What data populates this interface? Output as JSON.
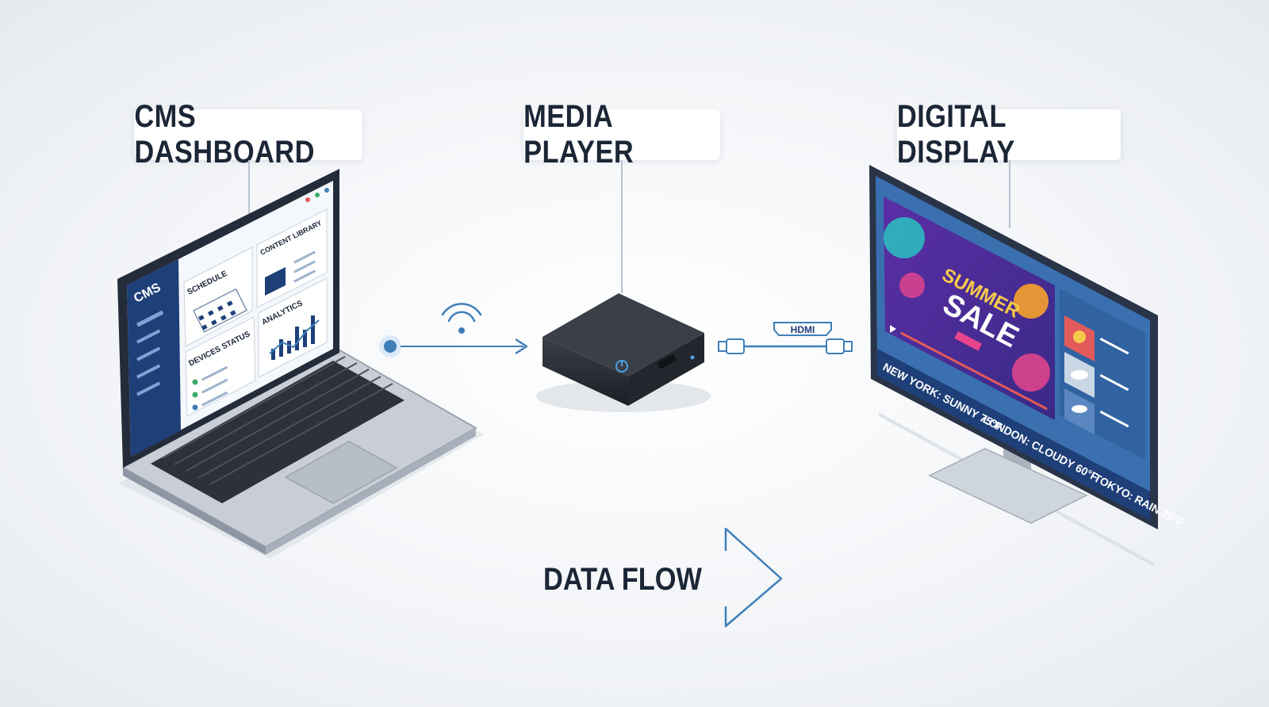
{
  "labels": {
    "cms": "CMS DASHBOARD",
    "player": "MEDIA PLAYER",
    "display": "DIGITAL DISPLAY"
  },
  "laptop": {
    "sidebar_title": "CMS",
    "panels": {
      "schedule": "SCHEDULE",
      "content_library": "CONTENT LIBRARY",
      "analytics": "ANALYTICS",
      "device_status": "DEVICES STATUS"
    }
  },
  "connector": {
    "label": "HDMI"
  },
  "display_screen": {
    "promo_line1": "SUMMER",
    "promo_line2": "SALE",
    "ticker": [
      "NEW YORK: SUNNY 75°F",
      "LONDON: CLOUDY 60°F",
      "TOKYO: RAIN 70°F"
    ]
  },
  "flow": {
    "label": "DATA FLOW"
  },
  "colors": {
    "accent": "#3f7fb8",
    "text_dark": "#1b2636",
    "sidebar": "#1e3f78",
    "screen_frame": "#2a3448",
    "promo_bg": "#4a2f8f"
  }
}
